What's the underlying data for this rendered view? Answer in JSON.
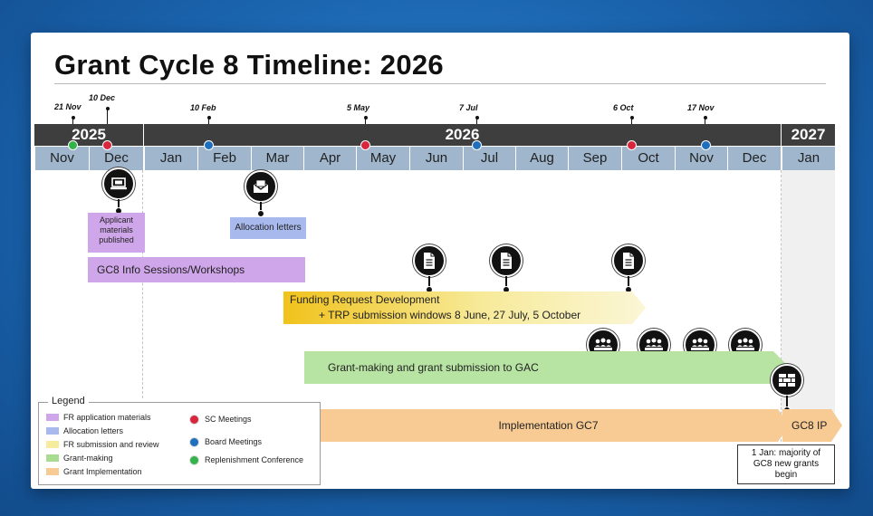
{
  "title": "Grant Cycle 8 Timeline: 2026",
  "milestones": [
    {
      "label": "21 Nov"
    },
    {
      "label": "10 Dec"
    },
    {
      "label": "10 Feb"
    },
    {
      "label": "5 May"
    },
    {
      "label": "7 Jul"
    },
    {
      "label": "6 Oct"
    },
    {
      "label": "17 Nov"
    }
  ],
  "years": [
    "2025",
    "2026",
    "2027"
  ],
  "months": [
    "Nov",
    "Dec",
    "Jan",
    "Feb",
    "Mar",
    "Apr",
    "May",
    "Jun",
    "Jul",
    "Aug",
    "Sep",
    "Oct",
    "Nov",
    "Dec",
    "Jan"
  ],
  "bars": {
    "applicant_materials": "Applicant materials published",
    "allocation_letters": "Allocation letters",
    "info_sessions": "GC8 Info Sessions/Workshops",
    "funding_request_line1": "Funding Request Development",
    "funding_request_line2": "+ TRP submission windows 8 June, 27 July, 5 October",
    "grant_making": "Grant-making and grant submission to GAC",
    "implementation": "Implementation GC7",
    "gc8_ip": "GC8 IP"
  },
  "note": "1 Jan: majority of GC8 new grants begin",
  "legend": {
    "title": "Legend",
    "items": [
      {
        "label": "FR application materials",
        "color": "#cfa6ea"
      },
      {
        "label": "Allocation letters",
        "color": "#a8b9ee"
      },
      {
        "label": "FR submission and review",
        "color": "#f6ec9e"
      },
      {
        "label": "Grant-making",
        "color": "#a9dc93"
      },
      {
        "label": "Grant Implementation",
        "color": "#f7cb93"
      }
    ],
    "meetings": [
      {
        "label": "SC Meetings",
        "color": "#d7263d"
      },
      {
        "label": "Board Meetings",
        "color": "#1f6fbf"
      },
      {
        "label": "Replenishment Conference",
        "color": "#33b34a"
      }
    ]
  },
  "colors": {
    "sc": "#d7263d",
    "board": "#1f6fbf",
    "replenishment": "#33b34a",
    "year_bar": "#3e3e3e",
    "month_cell": "#9fb6cd"
  },
  "icons": [
    "laptop-icon",
    "envelope-icon",
    "document-icon",
    "meeting-icon",
    "bricks-icon"
  ]
}
